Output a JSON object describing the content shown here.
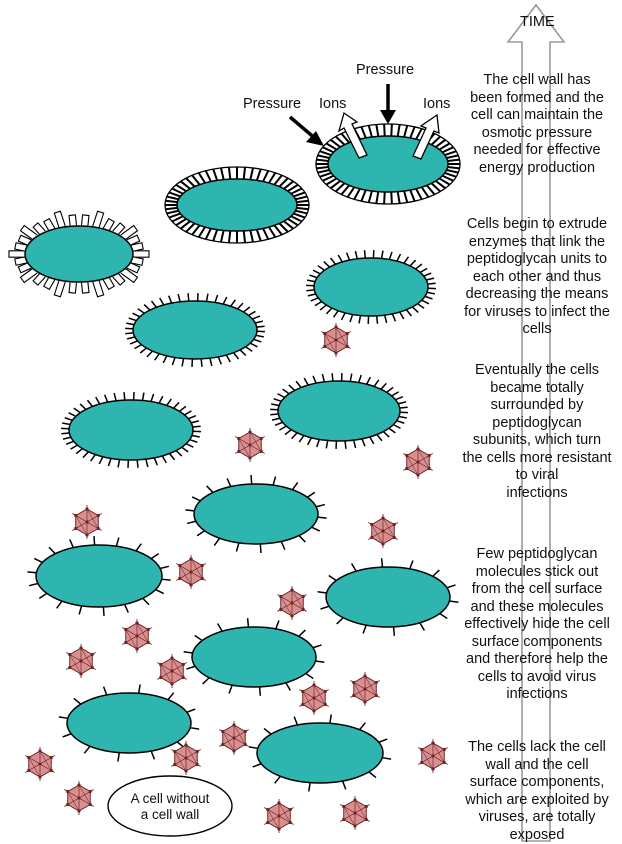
{
  "time_label": "TIME",
  "stages": [
    "The cell wall has\nbeen formed and the\ncell can maintain the\nosmotic pressure\nneeded for effective\nenergy production",
    "Cells begin to extrude\nenzymes that link the\npeptidoglycan units to\neach other and thus\ndecreasing the means\nfor viruses to infect the\ncells",
    "Eventually the cells\nbecame totally\nsurrounded by\npeptidoglycan\nsubunits, which turn\nthe cells more resistant\nto viral\ninfections",
    "Few peptidoglycan\nmolecules stick out\nfrom the cell surface\nand these molecules\neffectively hide the cell\nsurface components\nand therefore help the\ncells to avoid virus\ninfections",
    "The cells lack the cell\nwall and the cell\nsurface components,\nwhich are exploited by\nviruses, are totally\nexposed"
  ],
  "labels": {
    "pressure_left": "Pressure",
    "pressure_right": "Pressure",
    "ions_left": "Ions",
    "ions_right": "Ions",
    "cell_without_wall": "A cell without\na cell wall"
  },
  "colors": {
    "cell_fill": "#2fb5b0",
    "outline": "#000000",
    "virus_fill": "#d98f8f",
    "virus_node": "#7a1f1f",
    "time_arrow_stroke": "#9a9a9a"
  }
}
